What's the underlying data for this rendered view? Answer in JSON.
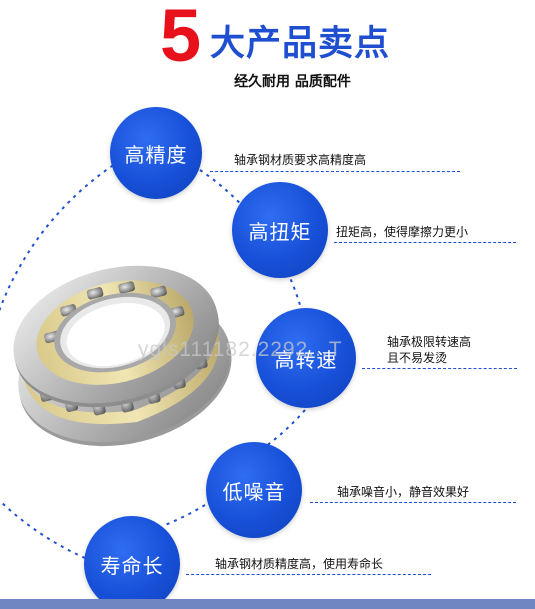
{
  "header": {
    "number": "5",
    "title": "大产品卖点",
    "subtitle": "经久耐用 品质配件"
  },
  "features": [
    {
      "label": "高精度",
      "description": "轴承钢材质要求高精度高"
    },
    {
      "label": "高扭矩",
      "description": "扭矩高，使得摩擦力更小"
    },
    {
      "label": "高转速",
      "description": "轴承极限转速高\n且不易发烫"
    },
    {
      "label": "低噪音",
      "description": "轴承噪音小，静音效果好"
    },
    {
      "label": "寿命长",
      "description": "轴承钢材质精度高，使用寿命长"
    }
  ],
  "watermark": "ygls111182.2292...T",
  "colors": {
    "accent_red": "#e8101a",
    "accent_blue": "#1f4fd1",
    "circle_blue": "#1750d8"
  },
  "icons": {
    "product": "thrust-roller-bearing-image"
  }
}
